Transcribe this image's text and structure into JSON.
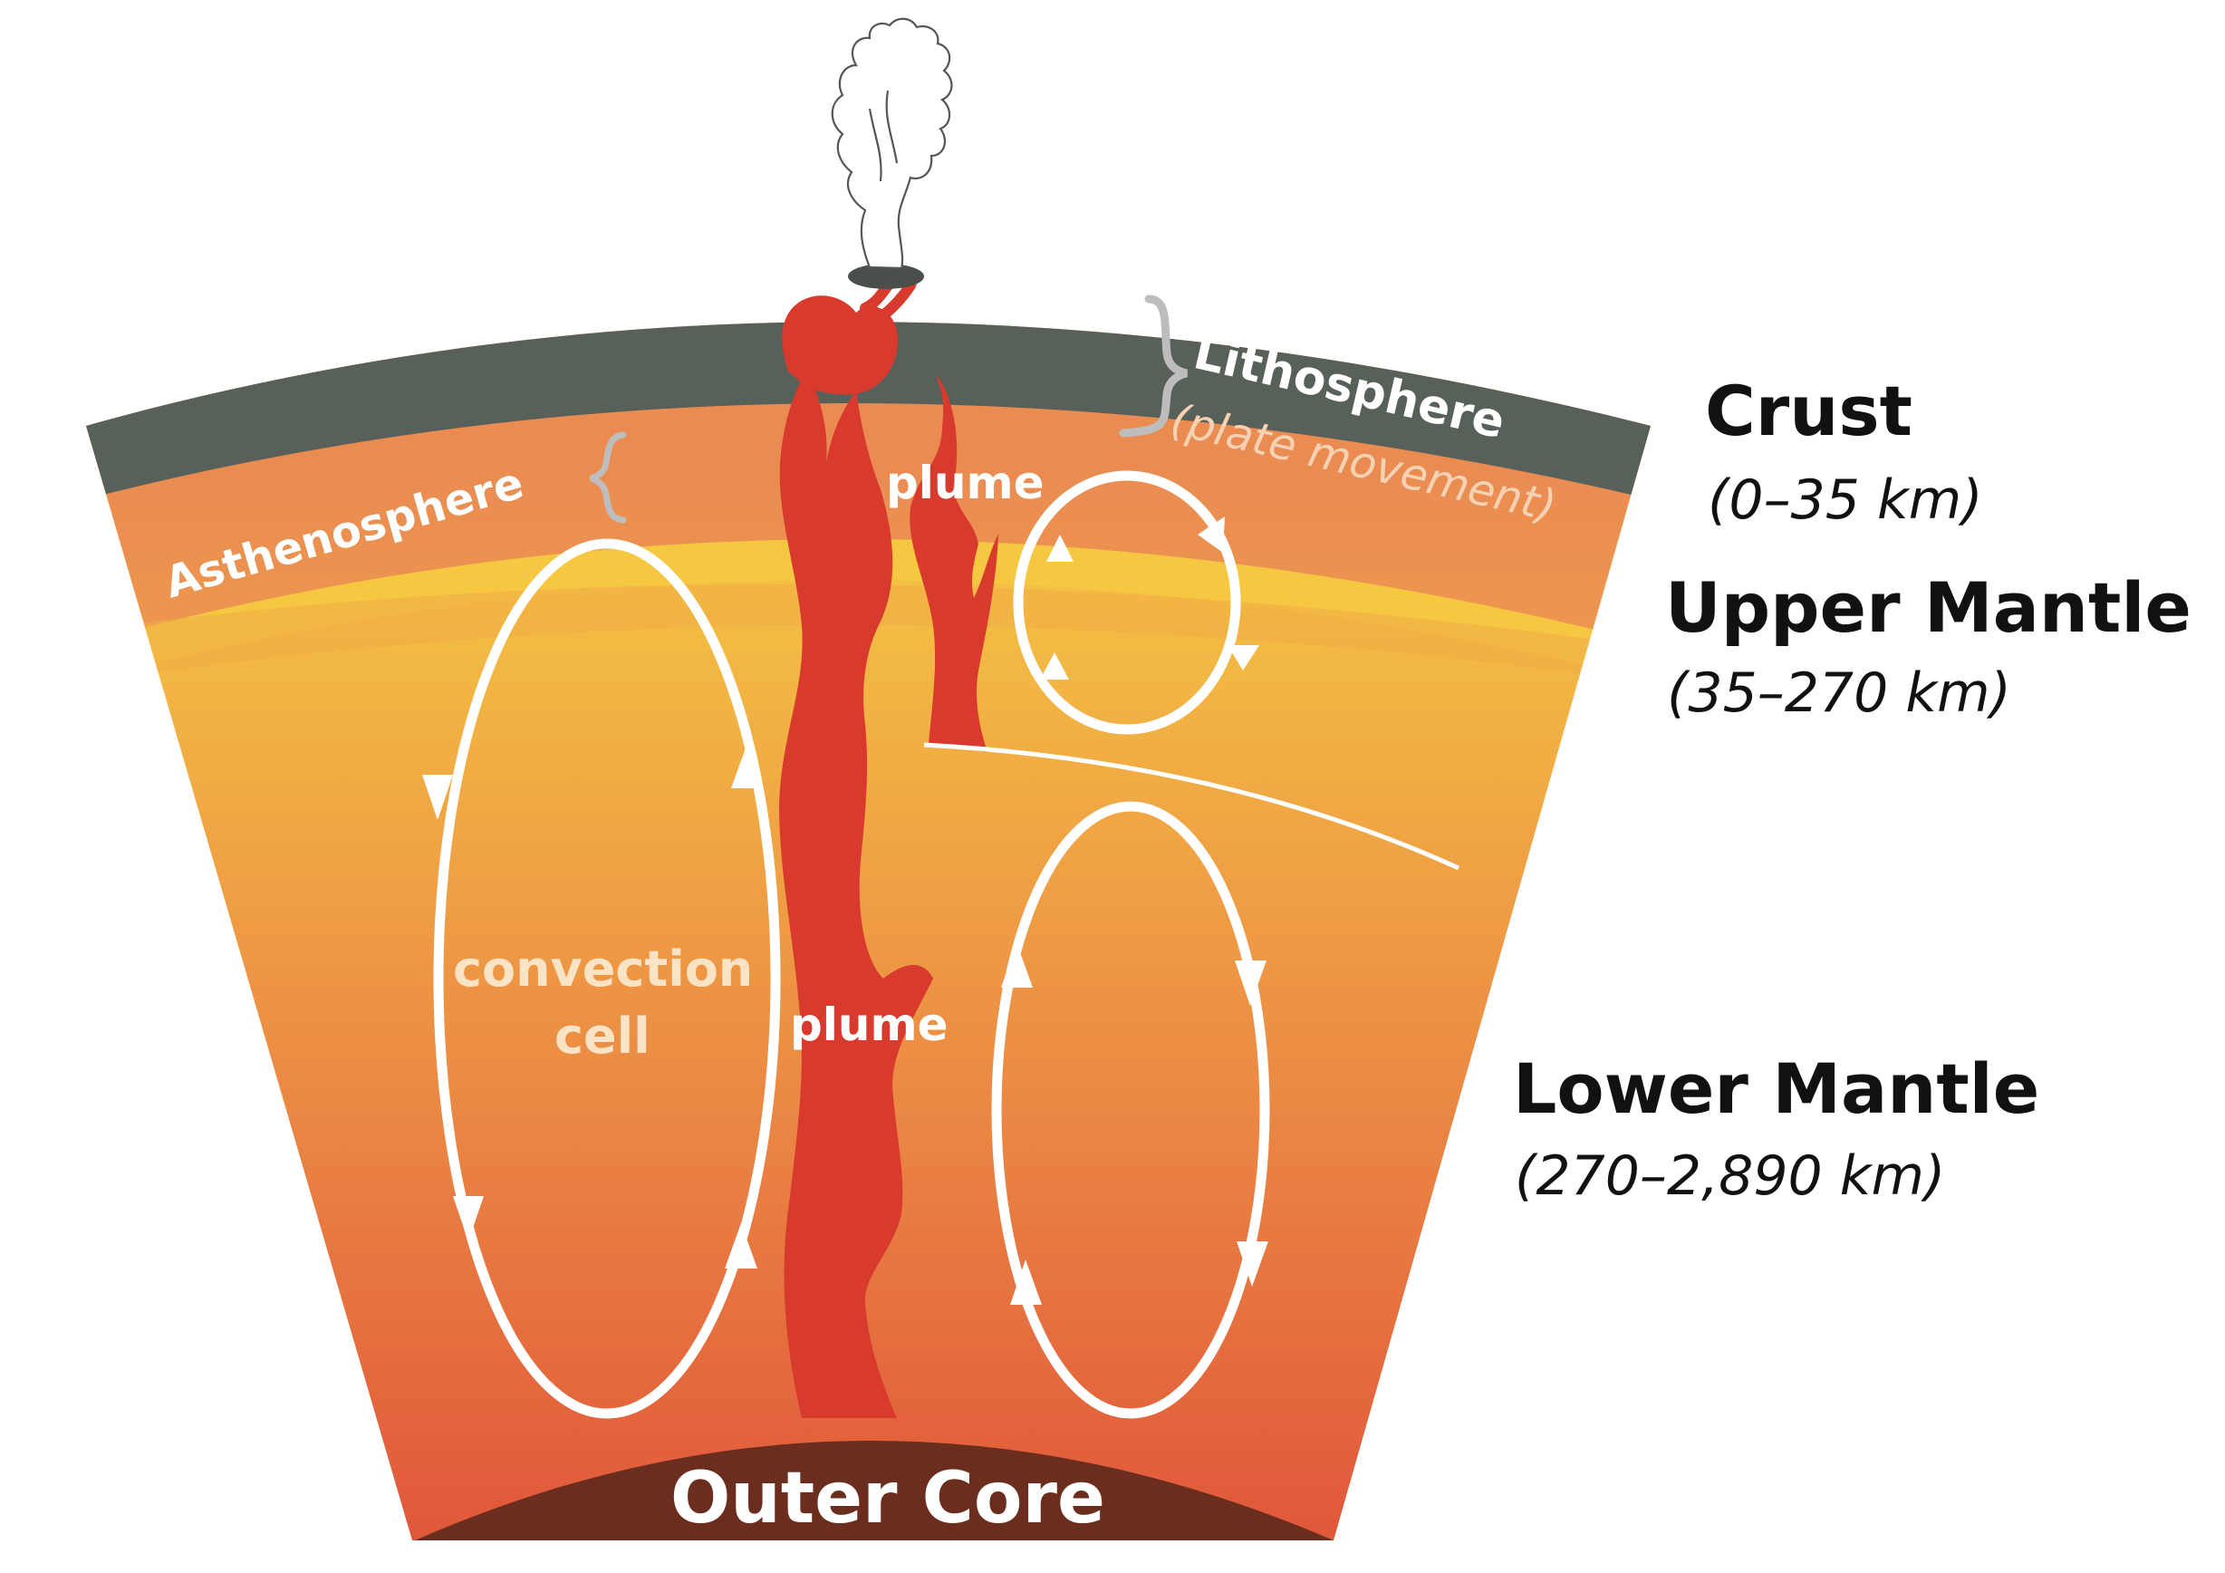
{
  "labels": {
    "crust": "Crust",
    "crust_range": "(0–35 km)",
    "upper_mantle": "Upper Mantle",
    "upper_mantle_range": "(35–270 km)",
    "lower_mantle": "Lower Mantle",
    "lower_mantle_range": "(270–2,890 km)",
    "lithosphere": "Lithosphere",
    "plate_movement": "(plate movement)",
    "asthenosphere": "Asthenosphere",
    "plume_upper": "plume",
    "plume_lower": "plume",
    "convection_line1": "convection",
    "convection_line2": "cell",
    "outer_core": "Outer Core"
  },
  "colors": {
    "crust": "#58605a",
    "asthenosphere": "#e98d55",
    "upper_mantle": "#f3c241",
    "lower_mantle_bottom": "#e2603a",
    "plume": "#d93a2e",
    "outer_core": "#6b2e1e",
    "arrows": "#ffffff",
    "brace": "#bdbdbd"
  }
}
